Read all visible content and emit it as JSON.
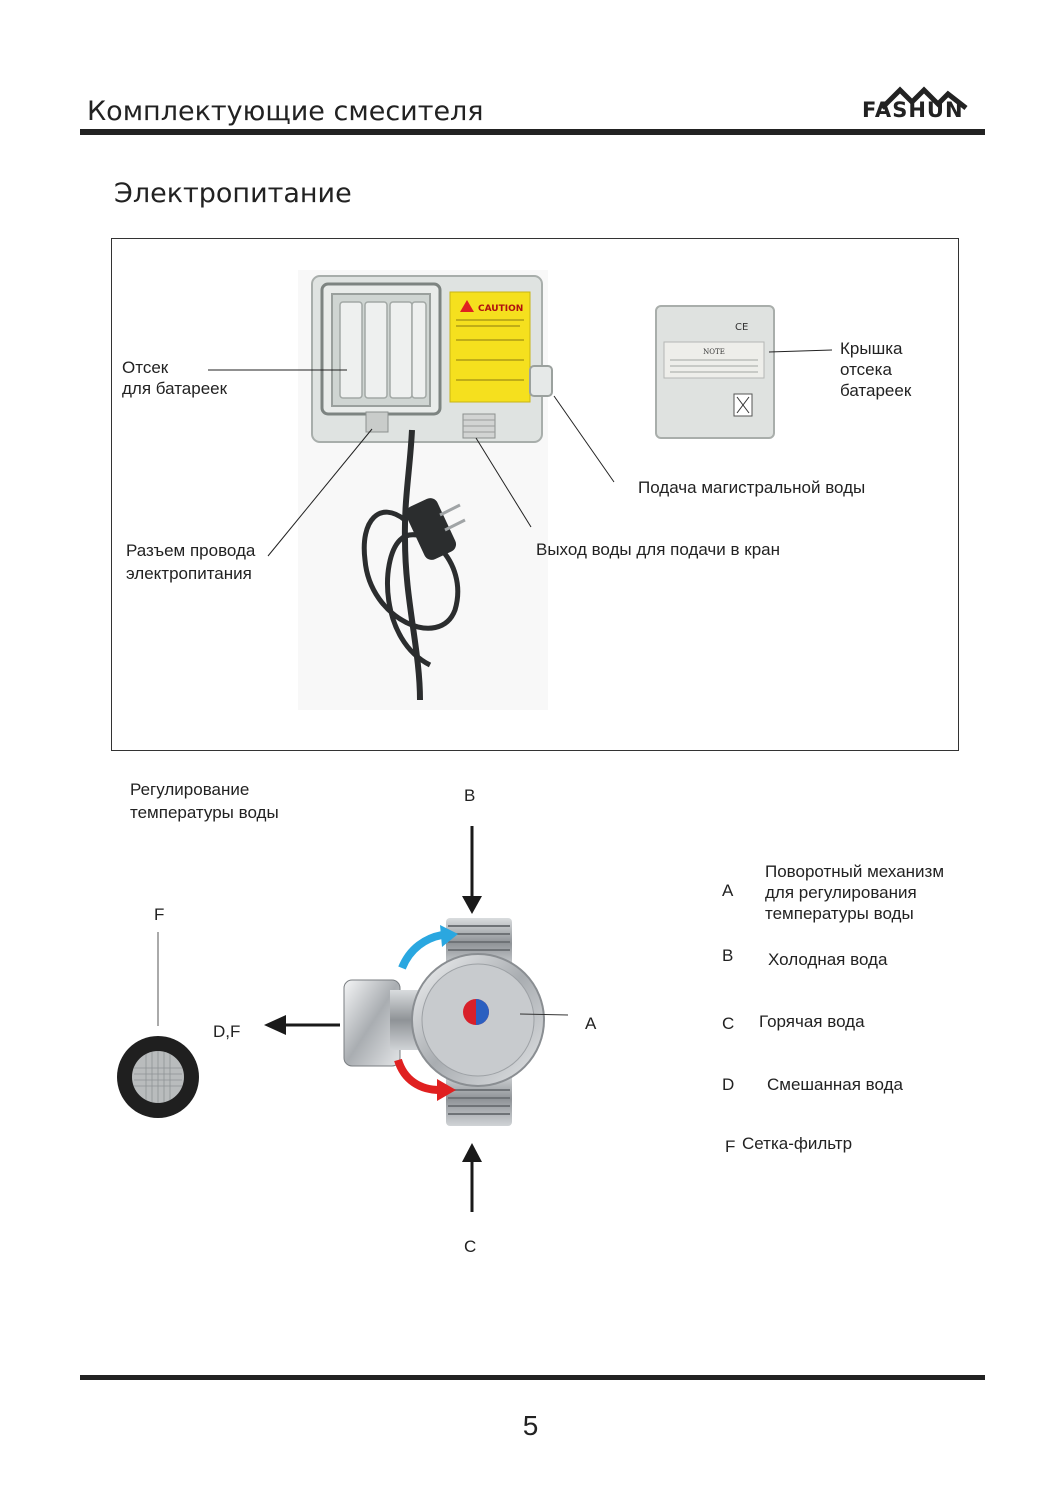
{
  "header": {
    "title": "Комплектующие смесителя",
    "brand": "FASHUN"
  },
  "power_section": {
    "title": "Электропитание",
    "labels": {
      "battery_compartment": [
        "Отсек",
        "для батареек"
      ],
      "battery_cover": [
        "Крышка",
        "отсека",
        "батареек"
      ],
      "mains_water_inlet": "Подача магистральной воды",
      "power_cable_connector": [
        "Разъем провода",
        "электропитания"
      ],
      "water_outlet": "Выход воды для подачи в кран"
    },
    "caution_label": "CAUTION",
    "note_label": "NOTE",
    "ce_mark": "CE"
  },
  "temperature_section": {
    "title": [
      "Регулирование",
      "температуры воды"
    ],
    "diagram_letters": {
      "b": "B",
      "c": "C",
      "a": "A",
      "df": "D,F",
      "f": "F"
    },
    "legend": [
      {
        "letter": "A",
        "text": [
          "Поворотный механизм",
          "для регулирования",
          "температуры воды"
        ]
      },
      {
        "letter": "B",
        "text": [
          "Холодная вода"
        ]
      },
      {
        "letter": "C",
        "text": [
          "Горячая вода"
        ]
      },
      {
        "letter": "D",
        "text": [
          "Смешанная вода"
        ]
      },
      {
        "letter": "F",
        "text": [
          "Сетка-фильтр"
        ]
      }
    ]
  },
  "colors": {
    "cold_arrow": "#2aa7e0",
    "hot_arrow": "#e02020",
    "rule": "#222222"
  },
  "footer": {
    "page_number": "5"
  }
}
